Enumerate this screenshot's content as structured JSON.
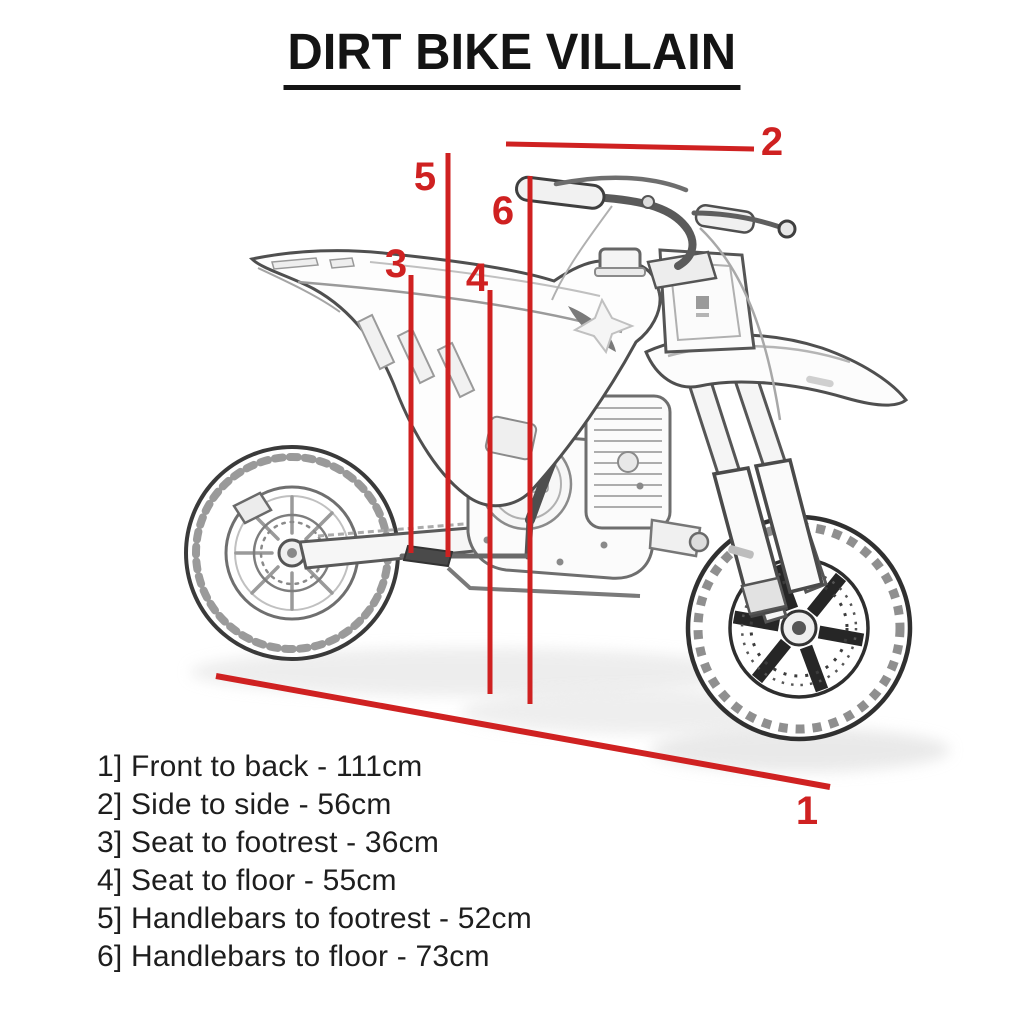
{
  "title": "DIRT BIKE VILLAIN",
  "colors": {
    "accent_red": "#cf2121",
    "text_black": "#1e1e1e",
    "sketch_gray": "#6e6e6e"
  },
  "measurements": [
    {
      "marker": "1",
      "label": "Front to back",
      "value": "111cm",
      "text": "1] Front to back - 111cm"
    },
    {
      "marker": "2",
      "label": "Side to side",
      "value": "56cm",
      "text": "2] Side to side - 56cm"
    },
    {
      "marker": "3",
      "label": "Seat to footrest",
      "value": "36cm",
      "text": "3] Seat to footrest - 36cm"
    },
    {
      "marker": "4",
      "label": "Seat to floor",
      "value": "55cm",
      "text": "4] Seat to floor - 55cm"
    },
    {
      "marker": "5",
      "label": "Handlebars to footrest",
      "value": "52cm",
      "text": "5] Handlebars to footrest - 52cm"
    },
    {
      "marker": "6",
      "label": "Handlebars to floor",
      "value": "73cm",
      "text": "6] Handlebars to floor - 73cm"
    }
  ]
}
